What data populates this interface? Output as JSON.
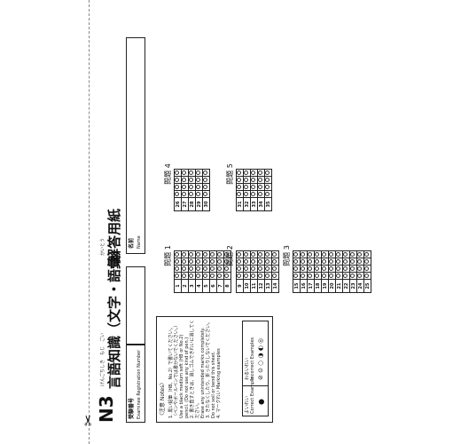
{
  "header": {
    "level": "N3",
    "title": "言語知識（文字・語彙）",
    "ruby_title": "げんごちしき　もじ　ごい",
    "answer_sheet": "解答用紙",
    "ruby_answer_sheet": "かいとう"
  },
  "registration": {
    "label_jp": "受験番号",
    "label_en": "Examinee Registration Number"
  },
  "name_field": {
    "label_jp": "名前",
    "label_en": "Name"
  },
  "notes": {
    "heading": "〈注意 Notes〉",
    "items": [
      "1. 黒い鉛筆（HB、No.2）で書いてください。（ペンやボールペンでは書かないでください。）",
      "Use a black medium soft (HB or No.2) pencil. (Do not use any kind of pen.)",
      "2. 書き直すときは、消しゴムできれいに消してください。",
      "Erase any unintended marks completely.",
      "3. きたなくしたり、折ったりしないでください。",
      "Do not soil or bend this sheet.",
      "4. マークれい Marking examples"
    ],
    "marking": {
      "good_jp": "よいれい",
      "good_en": "Correct Example",
      "bad_jp": "わるいれい",
      "bad_en": "Incorrect Examples"
    }
  },
  "sections": [
    {
      "title": "問題 1",
      "questions": [
        "1",
        "2",
        "3",
        "4",
        "5",
        "6",
        "7",
        "8"
      ]
    },
    {
      "title": "問題 2",
      "questions": [
        "9",
        "10",
        "11",
        "12",
        "13",
        "14"
      ]
    },
    {
      "title": "問題 3",
      "questions": [
        "15",
        "16",
        "17",
        "18",
        "19",
        "20",
        "21",
        "22",
        "23",
        "24",
        "25"
      ]
    },
    {
      "title": "問題 4",
      "questions": [
        "26",
        "27",
        "28",
        "29",
        "30"
      ]
    },
    {
      "title": "問題 5",
      "questions": [
        "31",
        "32",
        "33",
        "34",
        "35"
      ]
    }
  ],
  "bubble_labels": [
    "①",
    "②",
    "③",
    "④"
  ],
  "icons": {
    "scissors": "scissors-icon"
  }
}
